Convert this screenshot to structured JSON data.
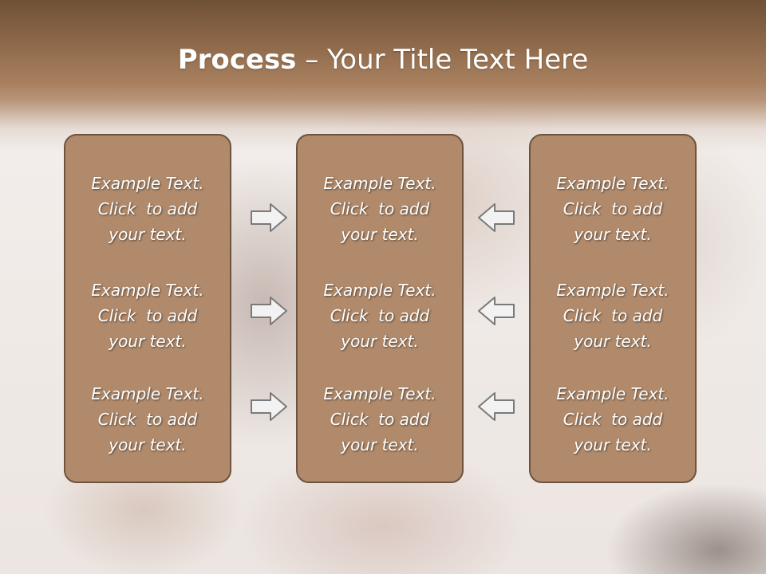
{
  "slide": {
    "title_bold": "Process",
    "title_rest": " – Your Title Text Here"
  },
  "columns": [
    {
      "items": [
        {
          "lines": [
            "Example Text.",
            "Click  to add",
            "your text."
          ]
        },
        {
          "lines": [
            "Example Text.",
            "Click  to add",
            "your text."
          ]
        },
        {
          "lines": [
            "Example Text.",
            "Click  to add",
            "your text."
          ]
        }
      ]
    },
    {
      "items": [
        {
          "lines": [
            "Example Text.",
            "Click  to add",
            "your text."
          ]
        },
        {
          "lines": [
            "Example Text.",
            "Click  to add",
            "your text."
          ]
        },
        {
          "lines": [
            "Example Text.",
            "Click  to add",
            "your text."
          ]
        }
      ]
    },
    {
      "items": [
        {
          "lines": [
            "Example Text.",
            "Click  to add",
            "your text."
          ]
        },
        {
          "lines": [
            "Example Text.",
            "Click  to add",
            "your text."
          ]
        },
        {
          "lines": [
            "Example Text.",
            "Click  to add",
            "your text."
          ]
        }
      ]
    }
  ],
  "arrows": {
    "left_group": "arrow-right-icon",
    "right_group": "arrow-left-icon"
  },
  "colors": {
    "header": "#8f6a4a",
    "box_fill": "#b08a6b",
    "box_border": "#6e5440"
  }
}
